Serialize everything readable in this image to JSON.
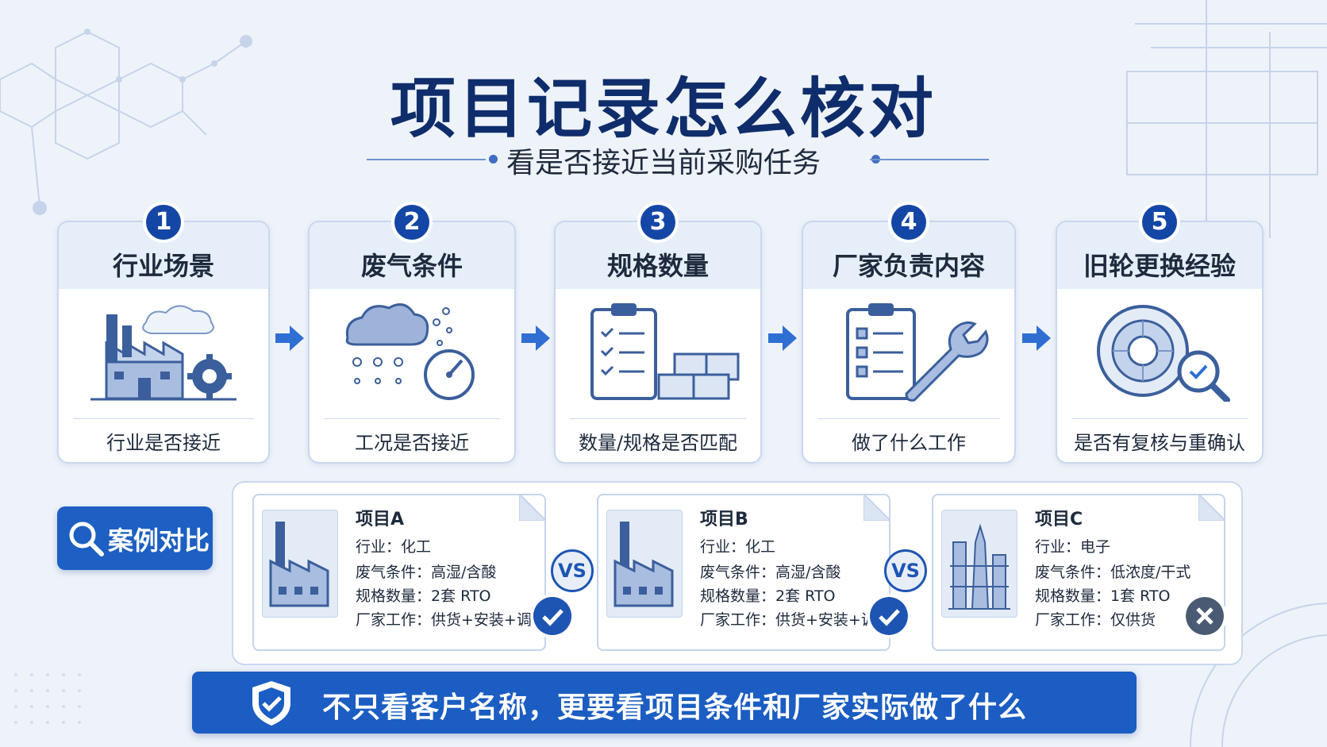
{
  "title": "项目记录怎么核对",
  "subtitle": "看是否接近当前采购任务",
  "steps": [
    {
      "number": "1",
      "title": "行业场景",
      "desc": "行业是否接近",
      "icon": "factory-gear-icon"
    },
    {
      "number": "2",
      "title": "废气条件",
      "desc": "工况是否接近",
      "icon": "cloud-gauge-icon"
    },
    {
      "number": "3",
      "title": "规格数量",
      "desc": "数量/规格是否匹配",
      "icon": "clipboard-boxes-icon"
    },
    {
      "number": "4",
      "title": "厂家负责内容",
      "desc": "做了什么工作",
      "icon": "clipboard-wrench-icon"
    },
    {
      "number": "5",
      "title": "旧轮更换经验",
      "desc": "是否有复核与重确认",
      "icon": "wheel-magnifier-icon"
    }
  ],
  "compare": {
    "label": "案例对比",
    "vs": "VS",
    "projects": [
      {
        "name": "项目A",
        "industry": "行业：化工",
        "gas": "废气条件：高湿/含酸",
        "spec": "规格数量：2套 RTO",
        "work": "厂家工作：供货+安装+调试",
        "status": "match",
        "icon": "factory-icon"
      },
      {
        "name": "项目B",
        "industry": "行业：化工",
        "gas": "废气条件：高湿/含酸",
        "spec": "规格数量：2套 RTO",
        "work": "厂家工作：供货+安装+调试",
        "status": "match",
        "icon": "factory-icon"
      },
      {
        "name": "项目C",
        "industry": "行业：电子",
        "gas": "废气条件：低浓度/干式",
        "spec": "规格数量：1套 RTO",
        "work": "厂家工作：仅供货",
        "status": "mismatch",
        "icon": "tower-icon"
      }
    ]
  },
  "banner": {
    "text": "不只看客户名称，更要看项目条件和厂家实际做了什么",
    "icon": "shield-check-icon"
  },
  "colors": {
    "primary": "#1446a6",
    "accent": "#1d5fc2",
    "match": "#1e55b3",
    "mismatch": "#4a5a72"
  }
}
